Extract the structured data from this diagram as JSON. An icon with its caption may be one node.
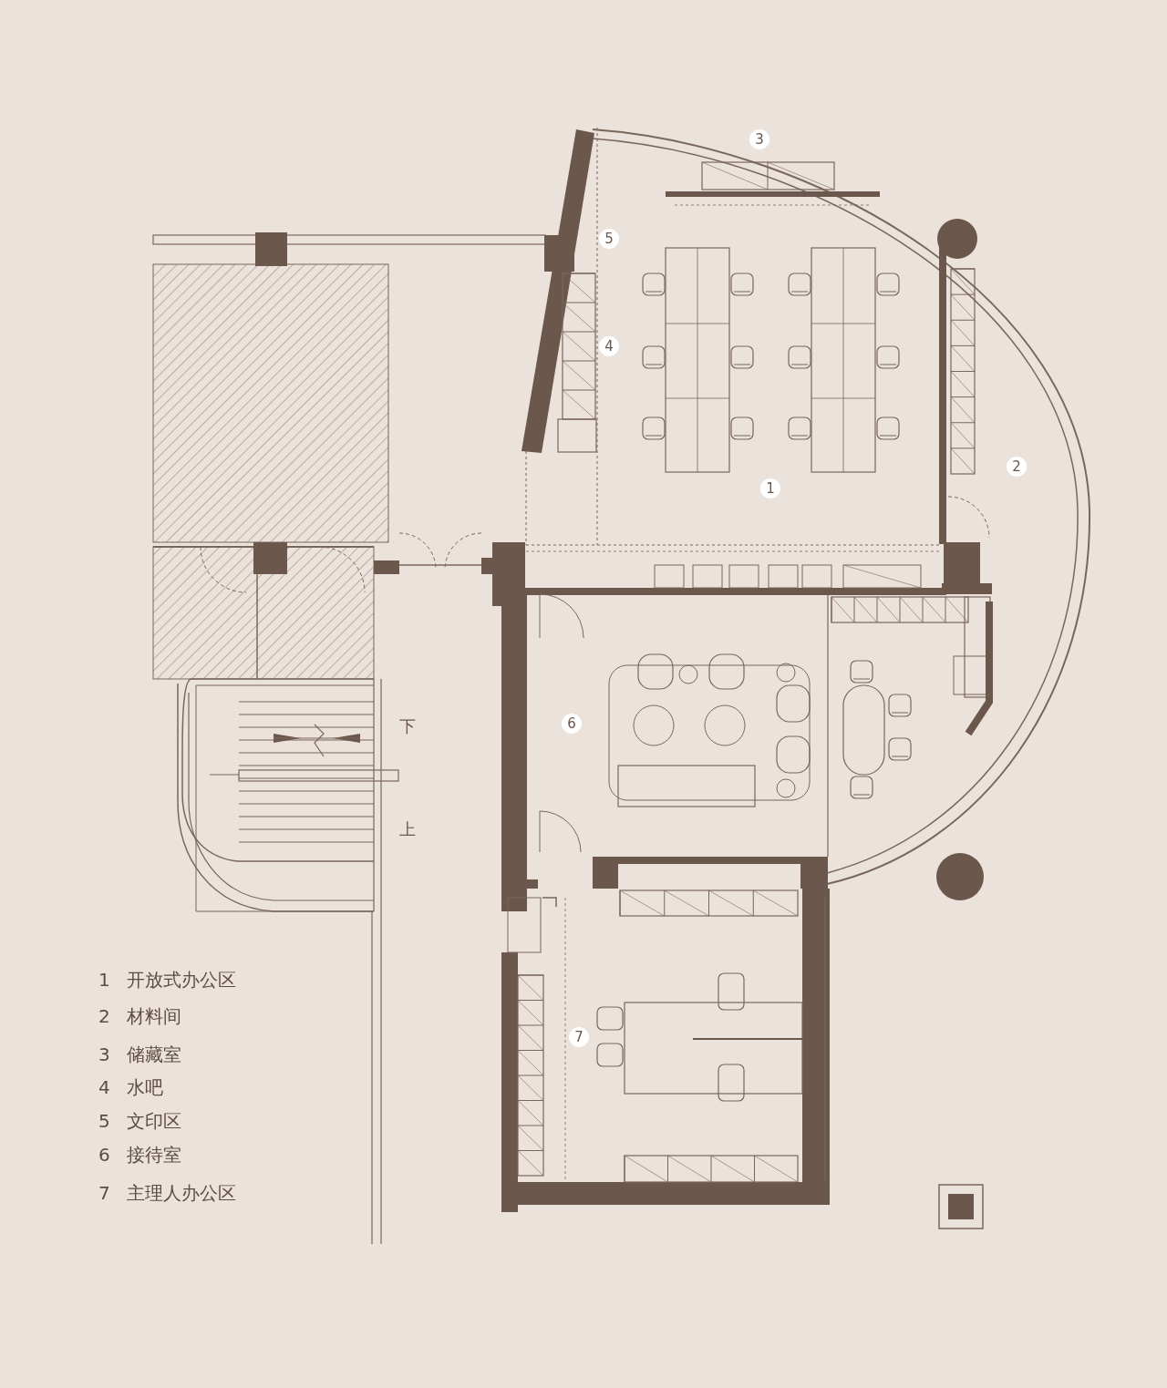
{
  "diagram": {
    "labels": [
      "3",
      "5",
      "4",
      "2",
      "1",
      "下",
      "6",
      "上",
      "7",
      "1 开放式办公区",
      "2 材料间",
      "3 储藏室",
      "4 水吧",
      "5 文印区",
      "6 接待室",
      "7 主理人办公区"
    ]
  }
}
